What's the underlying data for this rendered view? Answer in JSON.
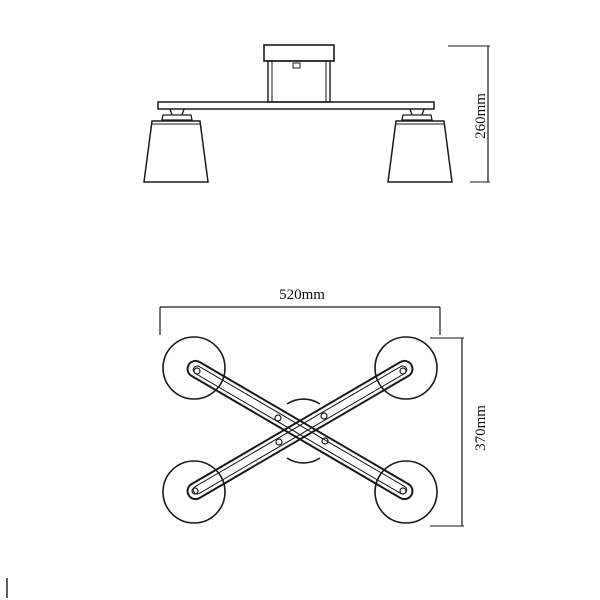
{
  "drawing": {
    "side_view": {
      "height_dimension": "260mm"
    },
    "top_view": {
      "width_dimension": "520mm",
      "depth_dimension": "370mm"
    }
  },
  "colors": {
    "line": "#1a1a1a",
    "background": "#ffffff"
  }
}
